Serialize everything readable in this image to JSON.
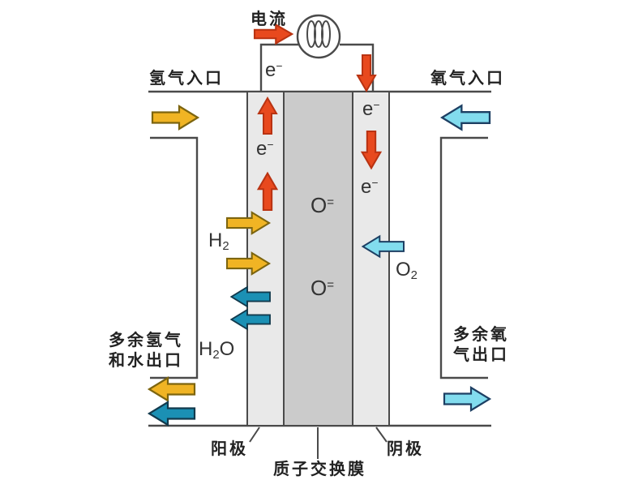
{
  "colors": {
    "line": "#4a4a4a",
    "electrode_fill": "#e9e9e9",
    "membrane_fill": "#cbcbcb",
    "arrow_yellow": "#f0b424",
    "arrow_yellow_stroke": "#7d650f",
    "arrow_red": "#e8491e",
    "arrow_red_stroke": "#b93312",
    "arrow_teal": "#1b90b4",
    "arrow_teal_stroke": "#123a4d",
    "arrow_cyan": "#82dcee",
    "arrow_cyan_stroke": "#1d3f63",
    "text": "#222222"
  },
  "labels": {
    "current": "电流",
    "hydrogen_inlet": "氢气入口",
    "oxygen_inlet": "氧气入口",
    "hydrogen_outlet_line1": "多余氢气",
    "hydrogen_outlet_line2": "和水出口",
    "oxygen_outlet_line1": "多余氧",
    "oxygen_outlet_line2": "气出口",
    "anode": "阳极",
    "cathode": "阴极",
    "membrane": "质子交换膜",
    "electron_base": "e",
    "electron_sup": "−",
    "hydrogen_base": "H",
    "hydrogen_sub": "2",
    "oxygen_base": "O",
    "oxygen_sub": "2",
    "water_base": "H",
    "water_sub": "2",
    "water_tail": "O",
    "oxide_base": "O",
    "oxide_sup": "="
  }
}
